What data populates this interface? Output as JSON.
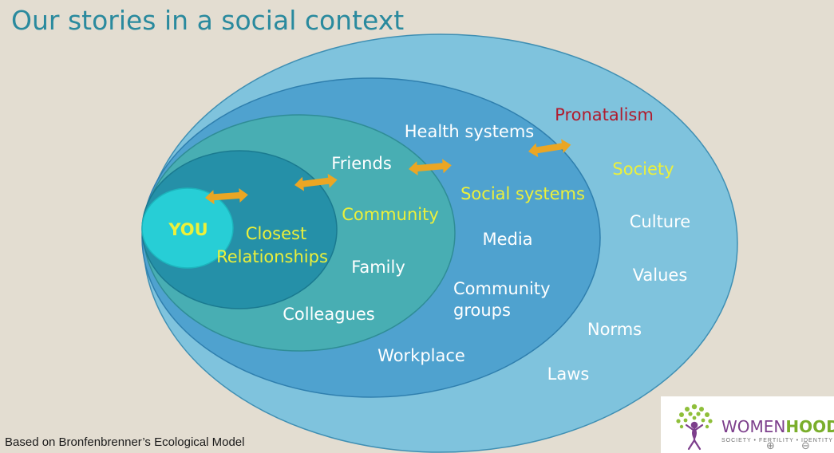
{
  "title": "Our stories in a social context",
  "footer": "Based on Bronfenbrenner’s Ecological Model",
  "diagram": {
    "center_label": "YOU",
    "ring1": {
      "title": "Closest",
      "title2": "Relationships"
    },
    "ring2": {
      "title": "Community",
      "items": [
        "Friends",
        "Family",
        "Colleagues"
      ]
    },
    "ring3": {
      "title": "Social systems",
      "items": [
        "Health systems",
        "Media",
        "Community",
        "groups",
        "Workplace"
      ]
    },
    "ring4": {
      "title": "Society",
      "highlight": "Pronatalism",
      "items": [
        "Culture",
        "Values",
        "Norms",
        "Laws"
      ]
    }
  },
  "logo": {
    "brand_part1": "WOMEN",
    "brand_part2": "HOOD",
    "tagline": "SOCIETY • FERTILITY • IDENTITY"
  },
  "colors": {
    "background": "#e3ddd1",
    "title": "#2a8a9e",
    "society_ring": "#7fc3dd",
    "social_systems_ring": "#4fa2cf",
    "community_ring": "#48aeb3",
    "closest_ring": "#2590a8",
    "you_circle": "#27ced6",
    "arrows": "#eba624",
    "yellow_text": "#ecf03a",
    "pronatalism": "#b01c2e"
  },
  "icons": [
    "double-arrow-icon",
    "tree-figure-icon",
    "zoom-in-icon",
    "zoom-out-icon"
  ]
}
